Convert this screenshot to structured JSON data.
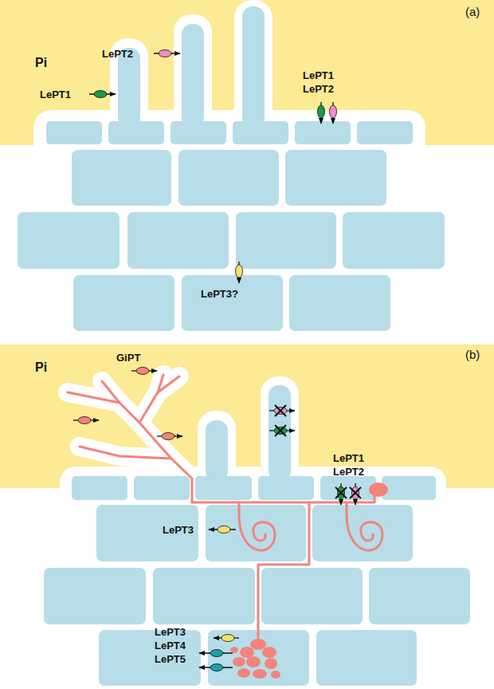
{
  "diagram": {
    "labels": [
      "(a)",
      "Pi",
      "LePT1",
      "LePT2",
      "LePT1 LePT2",
      "LePT3?",
      "(b)",
      "Pi",
      "GiPT",
      "LePT1 LePT2",
      "LePT3",
      "LePT3 LePT4 LePT5"
    ]
  }
}
